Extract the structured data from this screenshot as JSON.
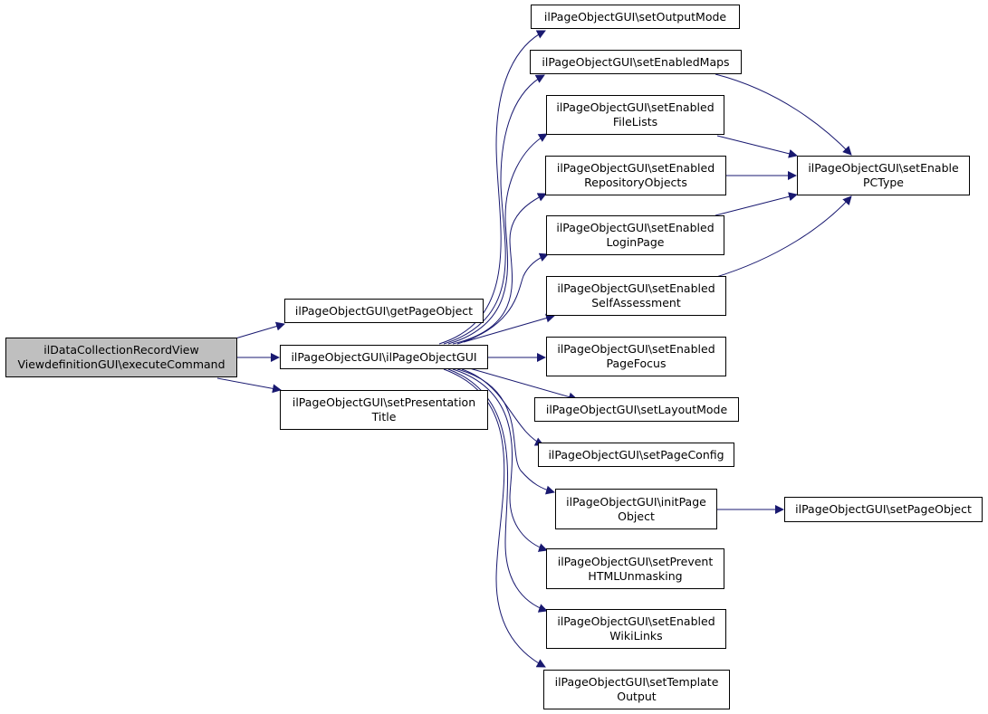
{
  "colors": {
    "edge": "#191970",
    "root_fill": "#bfbfbf",
    "node_fill": "#ffffff",
    "border": "#000000"
  },
  "nodes": {
    "root": {
      "line1": "ilDataCollectionRecordView",
      "line2": "ViewdefinitionGUI\\executeCommand"
    },
    "getPageObject": {
      "line1": "ilPageObjectGUI\\getPageObject"
    },
    "ctor": {
      "line1": "ilPageObjectGUI\\ilPageObjectGUI"
    },
    "setPresentationTitle": {
      "line1": "ilPageObjectGUI\\setPresentation",
      "line2": "Title"
    },
    "setOutputMode": {
      "line1": "ilPageObjectGUI\\setOutputMode"
    },
    "setEnabledMaps": {
      "line1": "ilPageObjectGUI\\setEnabledMaps"
    },
    "setEnabledFileLists": {
      "line1": "ilPageObjectGUI\\setEnabled",
      "line2": "FileLists"
    },
    "setEnabledRepositoryObjects": {
      "line1": "ilPageObjectGUI\\setEnabled",
      "line2": "RepositoryObjects"
    },
    "setEnabledLoginPage": {
      "line1": "ilPageObjectGUI\\setEnabled",
      "line2": "LoginPage"
    },
    "setEnabledSelfAssessment": {
      "line1": "ilPageObjectGUI\\setEnabled",
      "line2": "SelfAssessment"
    },
    "setEnabledPageFocus": {
      "line1": "ilPageObjectGUI\\setEnabled",
      "line2": "PageFocus"
    },
    "setLayoutMode": {
      "line1": "ilPageObjectGUI\\setLayoutMode"
    },
    "setPageConfig": {
      "line1": "ilPageObjectGUI\\setPageConfig"
    },
    "initPageObject": {
      "line1": "ilPageObjectGUI\\initPage",
      "line2": "Object"
    },
    "setPreventHTMLUnmasking": {
      "line1": "ilPageObjectGUI\\setPrevent",
      "line2": "HTMLUnmasking"
    },
    "setEnabledWikiLinks": {
      "line1": "ilPageObjectGUI\\setEnabled",
      "line2": "WikiLinks"
    },
    "setTemplateOutput": {
      "line1": "ilPageObjectGUI\\setTemplate",
      "line2": "Output"
    },
    "setEnablePCType": {
      "line1": "ilPageObjectGUI\\setEnable",
      "line2": "PCType"
    },
    "setPageObject": {
      "line1": "ilPageObjectGUI\\setPageObject"
    }
  }
}
